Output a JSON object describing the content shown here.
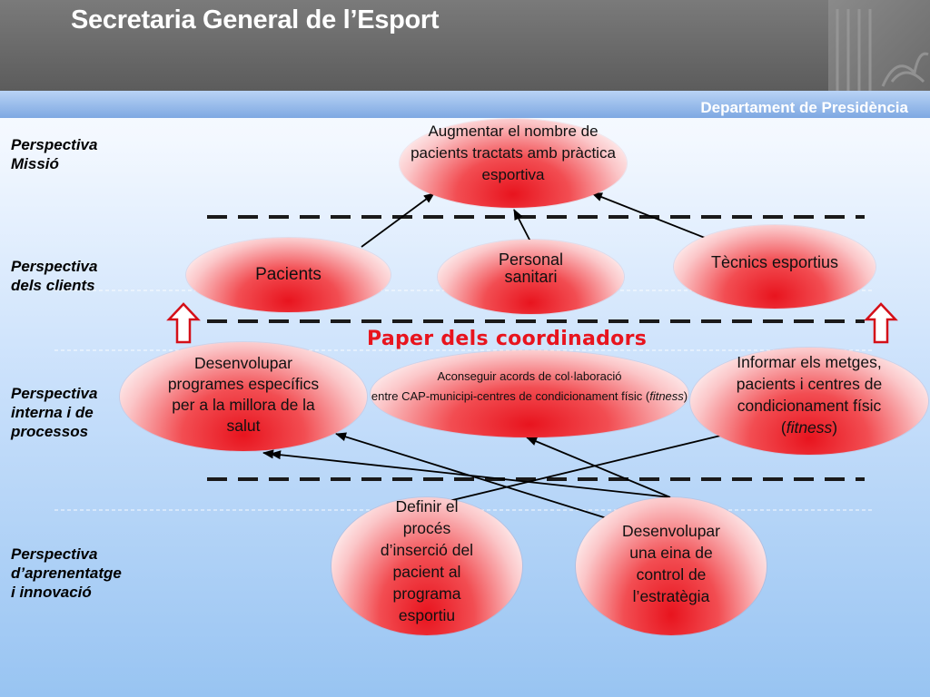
{
  "header": {
    "title": "Secretaria General de l’Esport",
    "department": "Departament de Presidència"
  },
  "perspectives": [
    {
      "label": "Perspectiva\nMissió"
    },
    {
      "label": "Perspectiva\ndels clients"
    },
    {
      "label": "Perspectiva\ninterna i de\nprocessos"
    },
    {
      "label": "Perspectiva\nd’aprenentatge\ni innovació"
    }
  ],
  "nodes": {
    "mission": "Augmentar el nombre de pacients tractats amb pràctica esportiva",
    "pacients": "Pacients",
    "personal": "Personal sanitari",
    "tecnics": "Tècnics esportius",
    "programes": "Desenvolupar programes específics per a la millora de la salut",
    "acords_1": "Aconseguir acords de col·laboració",
    "acords_2": "entre CAP-municipi-centres de condicionament físic (fitness)",
    "informar": "Informar els metges, pacients i centres de condicionament físic (fitness)",
    "definir": "Definir el procés d’inserció del pacient al programa esportiu",
    "eina": "Desenvolupar una eina de control de l’estratègia"
  },
  "coordinators_label": "Paper dels coordinadors",
  "colors": {
    "accent": "#e8141e",
    "header": "#6b6b6b",
    "dashed": "#1a1a1a"
  },
  "icons": [
    "up-arrow-outline-icon-left",
    "up-arrow-outline-icon-right"
  ]
}
